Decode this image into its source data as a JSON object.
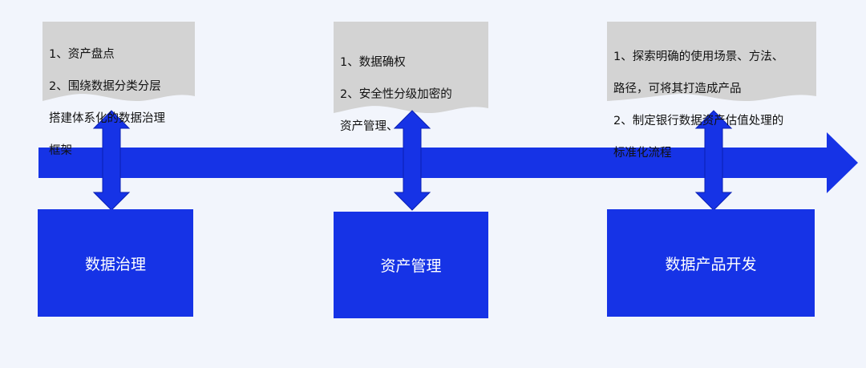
{
  "colors": {
    "background": "#f2f5fc",
    "arrow_blue": "#1633e6",
    "box_blue": "#1633e6",
    "note_gray": "#d3d3d3",
    "arrow_outline": "#0a1fb3"
  },
  "stages": [
    {
      "label": "数据治理",
      "note_lines": [
        "1、资产盘点",
        "2、围绕数据分类分层",
        "搭建体系化的数据治理",
        "框架"
      ]
    },
    {
      "label": "资产管理",
      "note_lines": [
        "1、数据确权",
        "2、安全性分级加密的",
        "资产管理、"
      ]
    },
    {
      "label": "数据产品开发",
      "note_lines": [
        "1、探索明确的使用场景、方法、",
        "路径，可将其打造成产品",
        "2、制定银行数据资产估值处理的",
        "标准化流程"
      ]
    }
  ]
}
